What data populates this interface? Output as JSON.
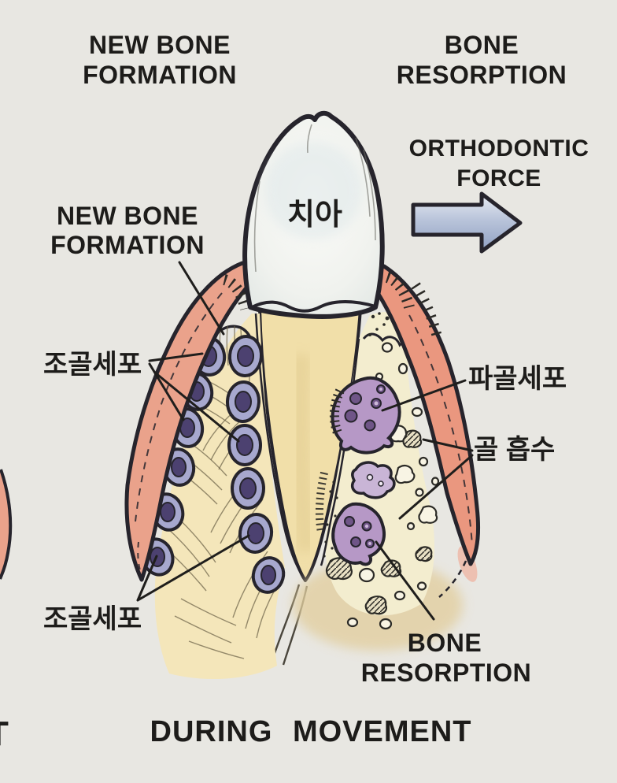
{
  "figure": {
    "caption": "DURING MOVEMENT",
    "edge_fragment": "T"
  },
  "labels": {
    "top_left": [
      "NEW BONE",
      "FORMATION"
    ],
    "top_right": [
      "BONE",
      "RESORPTION"
    ],
    "force": [
      "ORTHODONTIC",
      "FORCE"
    ],
    "tooth_ko": "치아",
    "mid_left": [
      "NEW BONE",
      "FORMATION"
    ],
    "osteoblast_upper_ko": "조골세포",
    "osteoclast_ko": "파골세포",
    "bone_resorption_ko": "골 흡수",
    "osteoblast_lower_ko": "조골세포",
    "bottom_right": [
      "BONE",
      "RESORPTION"
    ]
  },
  "colors": {
    "background": "#e8e7e2",
    "ink": "#26242c",
    "gum_left": "#eaa28b",
    "gum_right": "#ea977f",
    "bone_left": "#f4e6ba",
    "bone_right": "#f3edcf",
    "bone_wash": "#e2cfa0",
    "tooth_crown": "#f5f6f1",
    "tooth_root": "#f1dfa9",
    "osteoblast_body": "#a7a8ce",
    "osteoblast_nucleus": "#4c4170",
    "osteoclast_body": "#b698c6",
    "osteoclast_nucleus": "#6f5587",
    "arrow_light": "#e8ecf3",
    "arrow_dark": "#8fa0c2"
  }
}
